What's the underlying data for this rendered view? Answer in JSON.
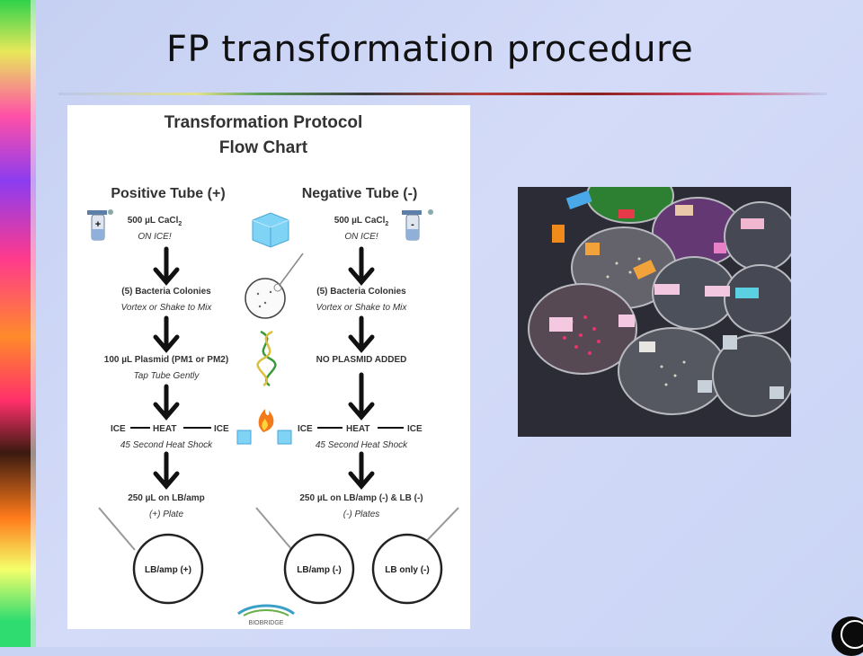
{
  "slide": {
    "title": "FP transformation procedure"
  },
  "flowchart": {
    "heading_line1": "Transformation Protocol",
    "heading_line2": "Flow Chart",
    "positive_header": "Positive Tube (+)",
    "negative_header": "Negative Tube (-)",
    "positive_tube_label": "+",
    "negative_tube_label": "-",
    "cacl2_pos": "500 µL CaCl",
    "cacl2_pos_sub": "2",
    "cacl2_pos_note": "ON ICE!",
    "cacl2_neg": "500 µL CaCl",
    "cacl2_neg_sub": "2",
    "cacl2_neg_note": "ON ICE!",
    "colonies_pos": "(5) Bacteria Colonies",
    "colonies_pos_note": "Vortex or Shake to Mix",
    "colonies_neg": "(5) Bacteria Colonies",
    "colonies_neg_note": "Vortex or Shake to Mix",
    "plasmid_pos": "100 µL Plasmid (PM1 or PM2)",
    "plasmid_pos_note": "Tap Tube Gently",
    "plasmid_neg": "NO PLASMID ADDED",
    "ice_pos": "ICE",
    "heat_pos": "HEAT",
    "ice2_pos": "ICE",
    "heatshock_pos_note": "45 Second Heat Shock",
    "ice_neg": "ICE",
    "heat_neg": "HEAT",
    "ice2_neg": "ICE",
    "heatshock_neg_note": "45 Second Heat Shock",
    "plate_pos": "250 µL on LB/amp",
    "plate_pos_note": "(+) Plate",
    "plate_neg": "250 µL on LB/amp (-) & LB (-)",
    "plate_neg_note": "(-) Plates",
    "dish1": "LB/amp (+)",
    "dish2": "LB/amp (-)",
    "dish3": "LB only (-)",
    "logo": "BIOBRIDGE"
  },
  "colors": {
    "slide_bg": "#c9d3f4",
    "arrow": "#111111",
    "ice_blue": "#7fd3f5"
  }
}
